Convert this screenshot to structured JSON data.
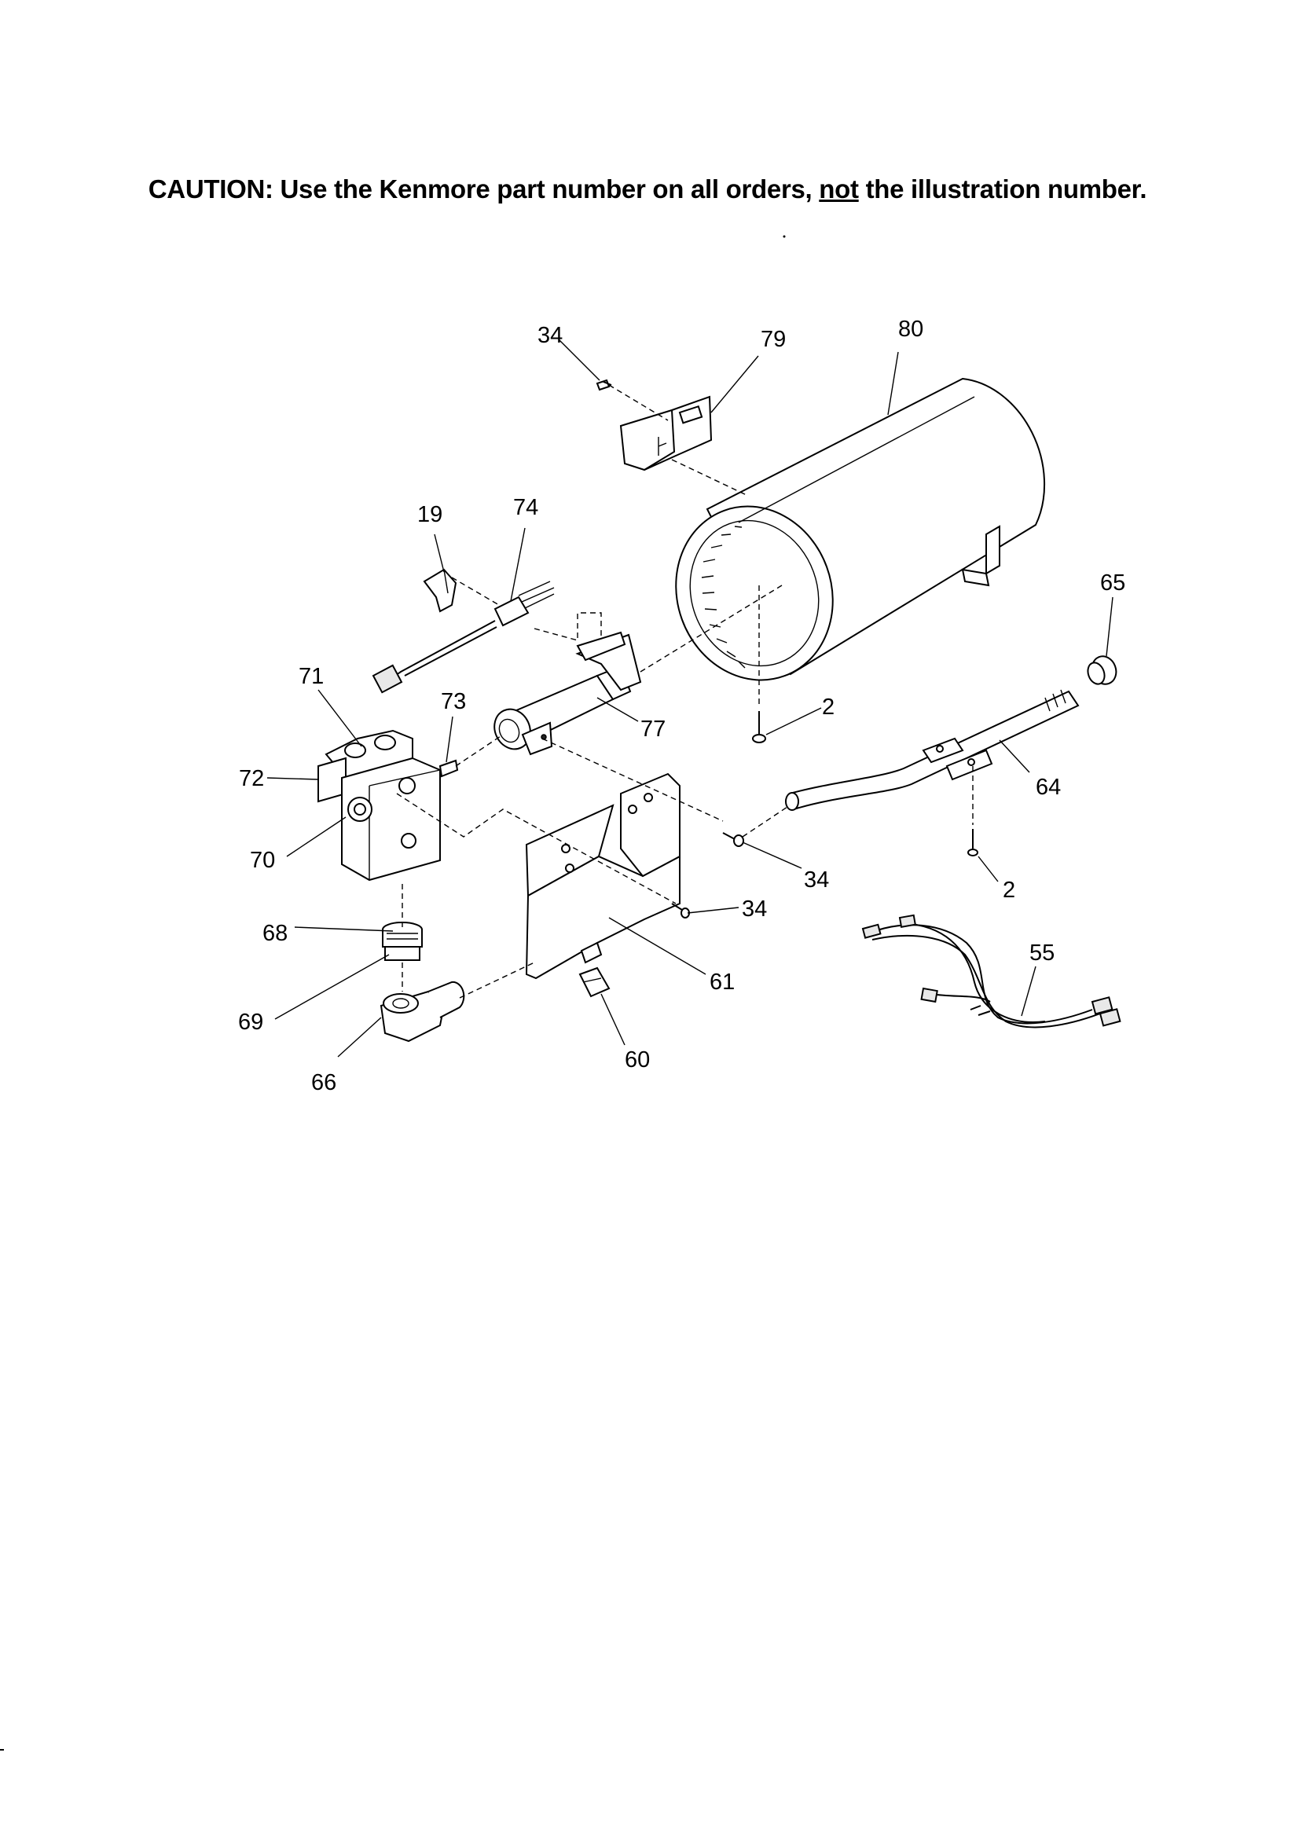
{
  "caution": {
    "prefix": "CAUTION: Use the Kenmore part number on all orders, ",
    "emphasis": "not",
    "suffix": " the illustration number."
  },
  "callouts": {
    "c34_top": "34",
    "c79": "79",
    "c80": "80",
    "c19": "19",
    "c74": "74",
    "c65": "65",
    "c71": "71",
    "c73": "73",
    "c72": "72",
    "c77": "77",
    "c2_drum": "2",
    "c64": "64",
    "c70": "70",
    "c34_mid": "34",
    "c2_pipe": "2",
    "c68": "68",
    "c34_low": "34",
    "c55": "55",
    "c61": "61",
    "c69": "69",
    "c60": "60",
    "c66": "66"
  }
}
